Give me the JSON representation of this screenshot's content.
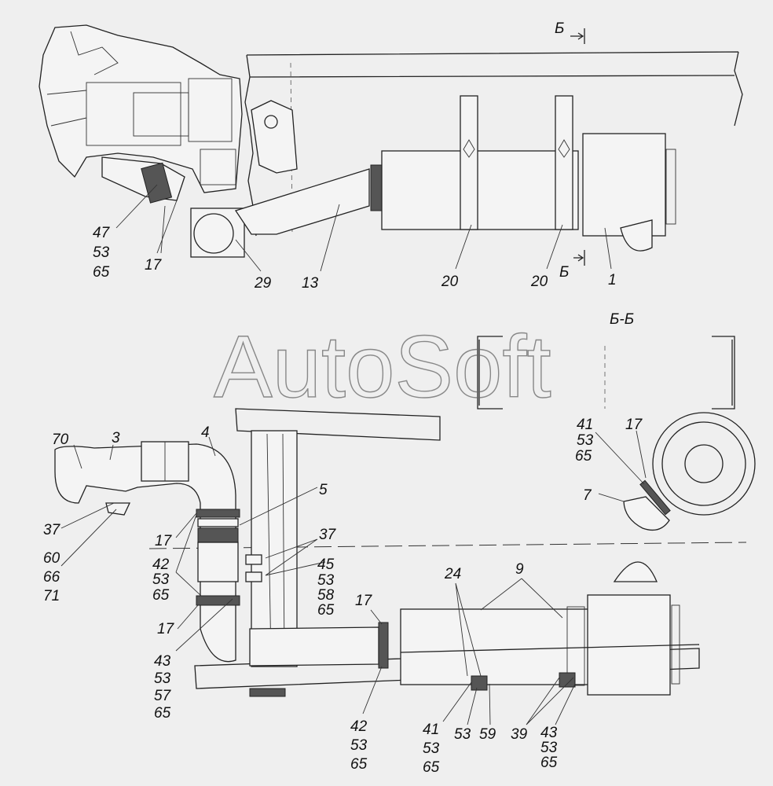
{
  "diagram": {
    "top_view": {
      "section_mark_top": "Б",
      "section_mark_bottom": "Б",
      "labels": {
        "l47": "47",
        "l53": "53",
        "l65": "65",
        "l17": "17",
        "l29": "29",
        "l13": "13",
        "l20a": "20",
        "l20b": "20",
        "l1": "1"
      }
    },
    "section_view": {
      "title": "Б-Б",
      "labels": {
        "l41": "41",
        "l53": "53",
        "l65": "65",
        "l17": "17",
        "l7": "7"
      }
    },
    "watermark": "AutoSoft",
    "side_view": {
      "labels": {
        "l70": "70",
        "l3": "3",
        "l4": "4",
        "l5": "5",
        "l37a": "37",
        "l60": "60",
        "l66": "66",
        "l71": "71",
        "l17a": "17",
        "l42a": "42",
        "l53a": "53",
        "l65a": "65",
        "l37b": "37",
        "l45": "45",
        "l53b": "53",
        "l58": "58",
        "l65b": "65",
        "l17b": "17",
        "l43a": "43",
        "l53c": "53",
        "l57": "57",
        "l65c": "65",
        "l17c": "17",
        "l42b": "42",
        "l53d": "53",
        "l65d": "65",
        "l24": "24",
        "l9": "9",
        "l41": "41",
        "l53e": "53",
        "l65e": "65",
        "l53f": "53",
        "l59": "59",
        "l39": "39",
        "l43b": "43",
        "l53g": "53",
        "l65f": "65"
      }
    }
  }
}
